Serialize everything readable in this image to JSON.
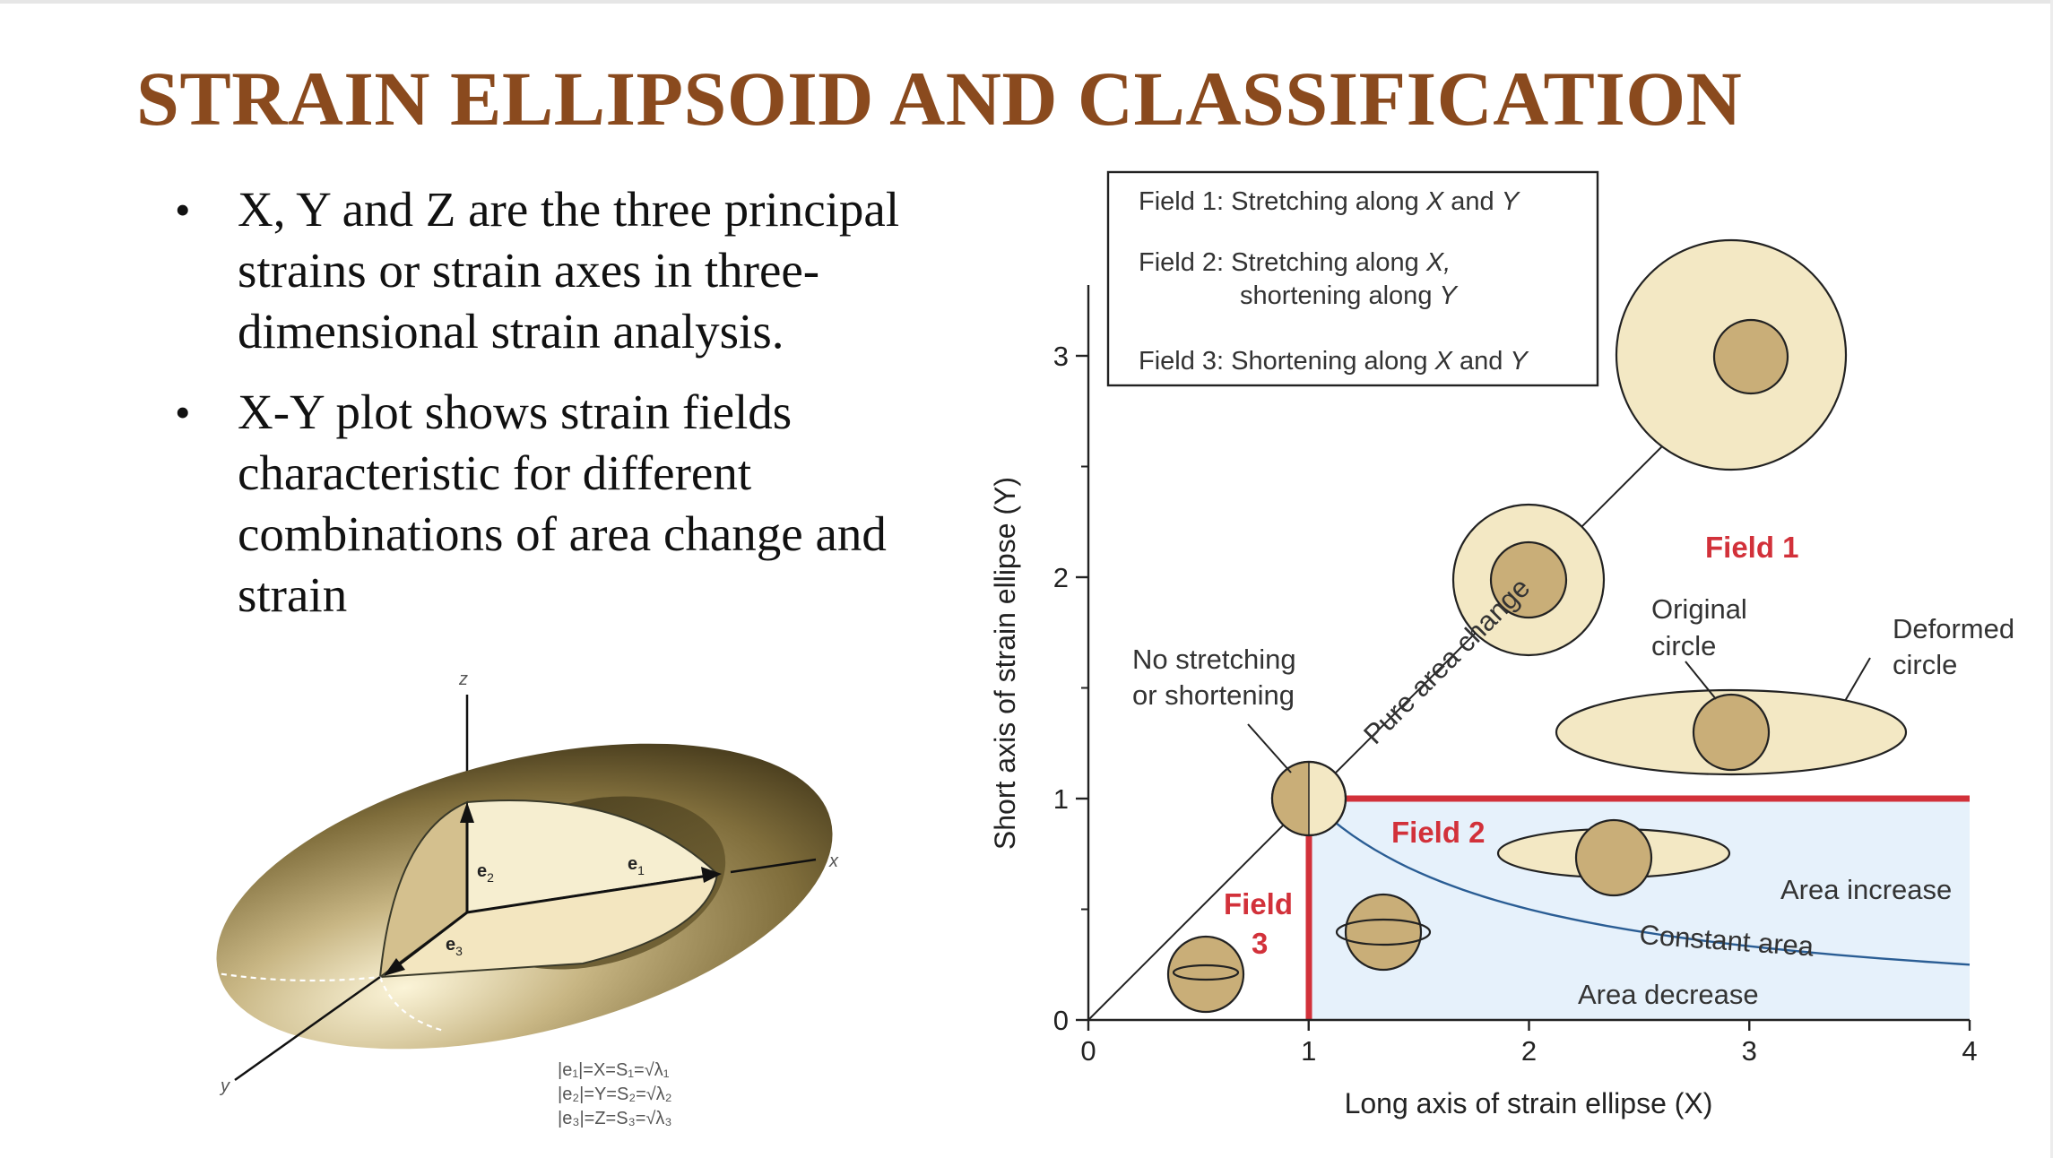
{
  "title": "STRAIN ELLIPSOID AND CLASSIFICATION",
  "bullets": [
    "X, Y and Z are the three principal strains or strain axes in three-dimensional strain analysis.",
    "X-Y plot shows strain fields characteristic for different combinations of area change and strain"
  ],
  "ellipsoid": {
    "axis_labels": {
      "z": "z",
      "x": "x",
      "y": "y"
    },
    "vector_labels": {
      "e1": "e",
      "e1_sub": "1",
      "e2": "e",
      "e2_sub": "2",
      "e3": "e",
      "e3_sub": "3"
    },
    "formulas": [
      "|e₁|=X=S₁=√λ₁",
      "|e₂|=Y=S₂=√λ₂",
      "|e₃|=Z=S₃=√λ₃"
    ],
    "colors": {
      "shell": "#7d6c3a",
      "face": "#f6eed0",
      "rim": "#4a3f22"
    }
  },
  "chart_data": {
    "type": "diagram",
    "xlabel": "Long axis of strain ellipse (X)",
    "ylabel": "Short axis of strain ellipse (Y)",
    "xlim": [
      0,
      4
    ],
    "ylim": [
      0,
      3.3
    ],
    "x_ticks": [
      "0",
      "1",
      "2",
      "3",
      "4"
    ],
    "y_ticks": [
      "0",
      "1",
      "2",
      "3"
    ],
    "legend": {
      "field1_prefix": "Field 1:",
      "field1_text": "Stretching along",
      "field1_x": "X",
      "field1_and": "and",
      "field1_y": "Y",
      "field2_prefix": "Field 2:",
      "field2_line1": "Stretching along",
      "field2_x": "X,",
      "field2_line2": "shortening along",
      "field2_y": "Y",
      "field3_prefix": "Field 3:",
      "field3_text": "Shortening along",
      "field3_x": "X",
      "field3_and": "and",
      "field3_y": "Y"
    },
    "field_labels": {
      "field1": "Field 1",
      "field2": "Field 2",
      "field3_line1": "Field",
      "field3_line2": "3"
    },
    "annotations": {
      "no_stretch_1": "No stretching",
      "no_stretch_2": "or shortening",
      "pure_area_change": "Pure area change",
      "original_1": "Original",
      "original_2": "circle",
      "deformed_1": "Deformed",
      "deformed_2": "circle",
      "area_increase": "Area increase",
      "constant_area": "Constant area",
      "area_decrease": "Area decrease"
    },
    "constant_area_curve": "y = 1/x",
    "colors": {
      "field_red": "#d2313a",
      "field2_fill": "#e6f1fb",
      "curve_blue": "#2a5d94",
      "ellipse_fill": "#f3e8c4",
      "circle_fill": "#c9ae78"
    }
  }
}
